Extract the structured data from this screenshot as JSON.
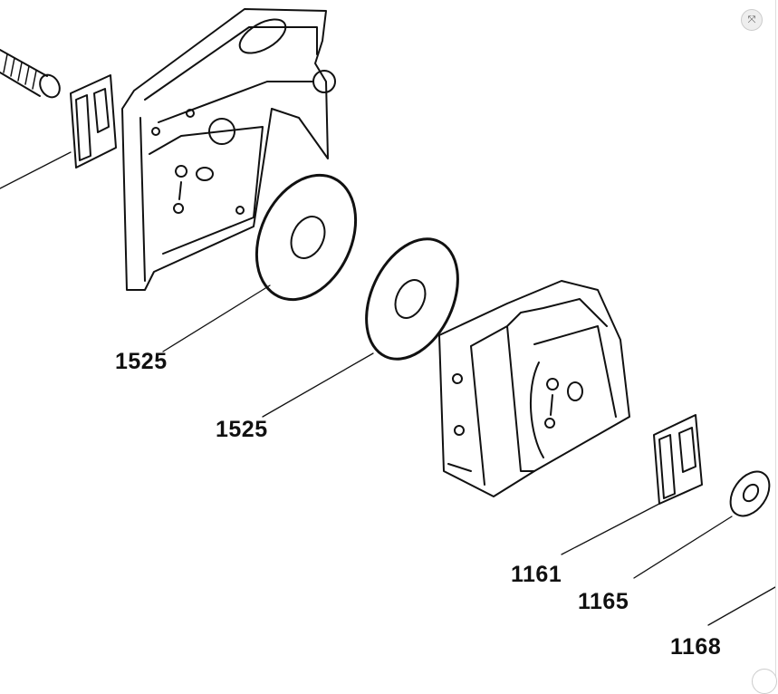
{
  "viewer": {
    "expand_icon": "expand-arrows-icon"
  },
  "callouts": [
    {
      "part": "1525"
    },
    {
      "part": "1525"
    },
    {
      "part": "1161"
    },
    {
      "part": "1165"
    },
    {
      "part": "1168"
    }
  ]
}
